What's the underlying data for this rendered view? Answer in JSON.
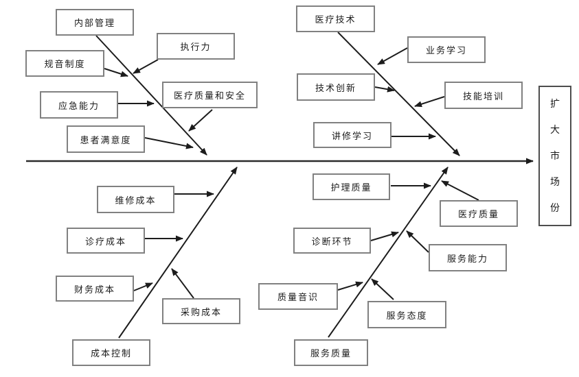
{
  "diagram": {
    "type": "fishbone",
    "effect": {
      "label": "扩大市场份"
    },
    "factors": {
      "internal_management": "内部管理",
      "execution": "执行力",
      "rules_system": "规音制度",
      "emergency_capability": "应急能力",
      "medical_quality_safety": "医疗质量和安全",
      "patient_satisfaction": "患者满意度",
      "medical_technology": "医疗技术",
      "business_learning": "业务学习",
      "technology_innovation": "技术创新",
      "skill_training": "技能培训",
      "further_study": "讲修学习",
      "maintenance_cost": "维修成本",
      "treatment_cost": "诊疗成本",
      "financial_cost": "财务成本",
      "procurement_cost": "采购成本",
      "cost_control": "成本控制",
      "nursing_quality": "护理质量",
      "medical_quality": "医疗质量",
      "diagnosis_process": "诊断环节",
      "service_capability": "服务能力",
      "quality_awareness": "质量音识",
      "service_attitude": "服务态度",
      "service_quality": "服务质量"
    },
    "structure": {
      "main_causes": [
        {
          "factor": "internal_management",
          "position": "top-left",
          "sub_factors": [
            "execution",
            "rules_system",
            "emergency_capability",
            "medical_quality_safety",
            "patient_satisfaction"
          ]
        },
        {
          "factor": "medical_technology",
          "position": "top-right",
          "sub_factors": [
            "business_learning",
            "technology_innovation",
            "skill_training",
            "further_study"
          ]
        },
        {
          "factor": "cost_control",
          "position": "bottom-left",
          "sub_factors": [
            "maintenance_cost",
            "treatment_cost",
            "financial_cost",
            "procurement_cost"
          ]
        },
        {
          "factor": "service_quality",
          "position": "bottom-right",
          "sub_factors": [
            "nursing_quality",
            "medical_quality",
            "diagnosis_process",
            "service_capability",
            "quality_awareness",
            "service_attitude"
          ]
        }
      ]
    }
  }
}
